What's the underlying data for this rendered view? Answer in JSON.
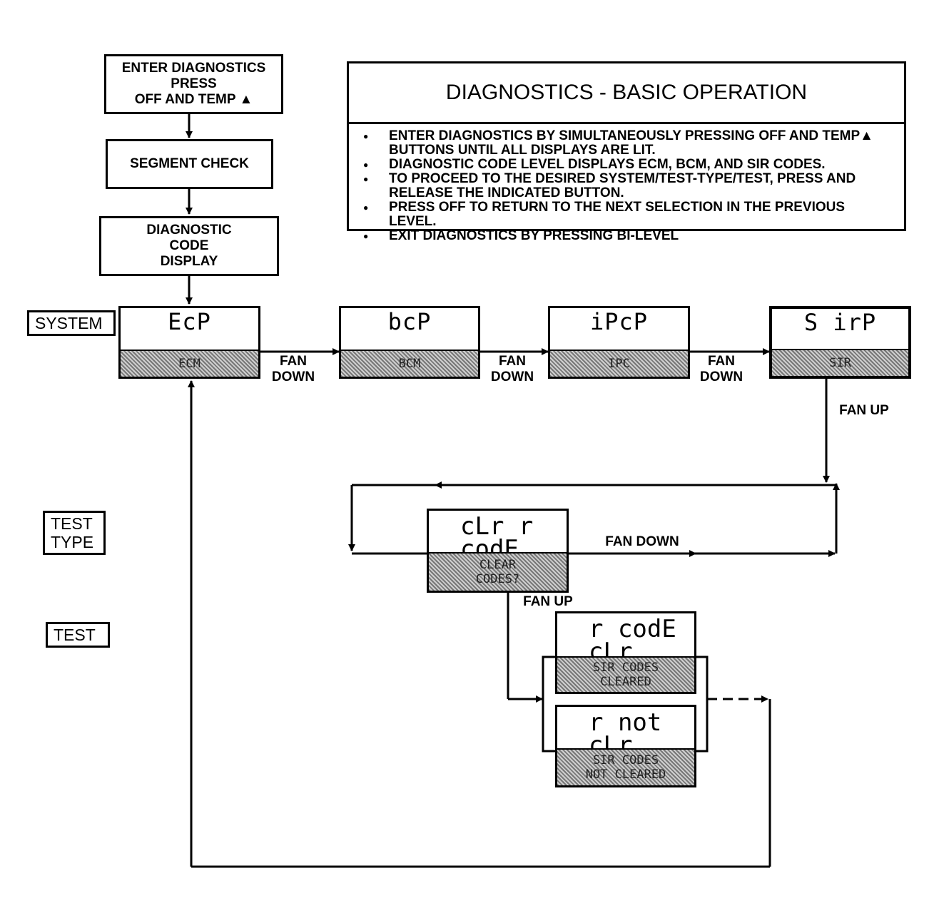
{
  "flow": {
    "enter_line1": "ENTER DIAGNOSTICS",
    "enter_line2": "PRESS",
    "enter_line3": "OFF AND TEMP",
    "enter_triangle": "▲",
    "segment_check": "SEGMENT CHECK",
    "diag_line1": "DIAGNOSTIC",
    "diag_line2": "CODE",
    "diag_line3": "DISPLAY"
  },
  "info_box": {
    "title": "DIAGNOSTICS - BASIC OPERATION",
    "bullets": [
      "ENTER DIAGNOSTICS BY SIMULTANEOUSLY PRESSING OFF AND TEMP▲ BUTTONS UNTIL ALL DISPLAYS ARE LIT.",
      "DIAGNOSTIC CODE LEVEL DISPLAYS ECM, BCM, AND SIR CODES.",
      "TO PROCEED TO THE DESIRED SYSTEM/TEST-TYPE/TEST, PRESS AND RELEASE THE INDICATED BUTTON.",
      "PRESS OFF TO RETURN TO THE NEXT SELECTION IN THE PREVIOUS LEVEL.",
      "EXIT DIAGNOSTICS BY PRESSING BI-LEVEL"
    ]
  },
  "levels": {
    "system": "SYSTEM",
    "test_type_line1": "TEST",
    "test_type_line2": "TYPE",
    "test": "TEST"
  },
  "systems": [
    {
      "lcd": "EcP",
      "bar": "ECM"
    },
    {
      "lcd": "bcP",
      "bar": "BCM"
    },
    {
      "lcd": "iPcP",
      "bar": "IPC"
    },
    {
      "lcd": "S irP",
      "bar": "SIR"
    }
  ],
  "transitions": {
    "fan_down_1a": "FAN",
    "fan_down_1b": "DOWN",
    "fan_down_2a": "FAN",
    "fan_down_2b": "DOWN",
    "fan_down_3a": "FAN",
    "fan_down_3b": "DOWN",
    "fan_up_sir": "FAN UP",
    "fan_down_test": "FAN DOWN",
    "fan_up_test": "FAN UP"
  },
  "test_type": {
    "lcd_line1": "cLr r",
    "lcd_line2": "codE",
    "bar_line1": "CLEAR",
    "bar_line2": "CODES?"
  },
  "tests": [
    {
      "lcd_line1": "r codE",
      "lcd_line2": "cLr",
      "bar_line1": "SIR CODES",
      "bar_line2": "CLEARED"
    },
    {
      "lcd_line1": "r not",
      "lcd_line2": "cLr",
      "bar_line1": "SIR CODES",
      "bar_line2": "NOT CLEARED"
    }
  ]
}
